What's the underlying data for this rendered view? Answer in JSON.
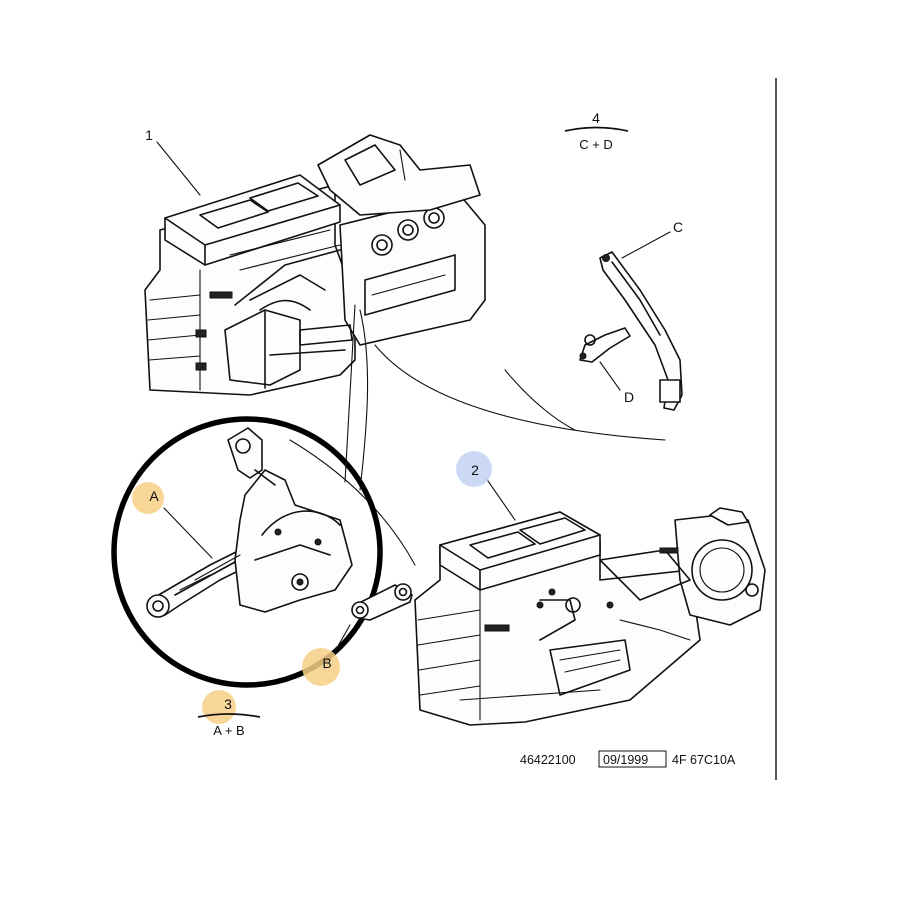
{
  "callouts": {
    "heater_assembly_1": "1",
    "heater_assembly_2": "2",
    "kit_3": "3",
    "kit_4": "4",
    "part_a": "A",
    "part_b": "B",
    "part_c": "C",
    "part_d": "D"
  },
  "kits": {
    "kit_3_contents": "A + B",
    "kit_4_contents": "C + D"
  },
  "footer": {
    "part_number": "46422100",
    "date": "09/1999",
    "reference": "4F  67C10A"
  },
  "colors": {
    "highlight_orange": "#f7cf86",
    "highlight_blue": "#c5d5f3",
    "line": "#111111"
  }
}
